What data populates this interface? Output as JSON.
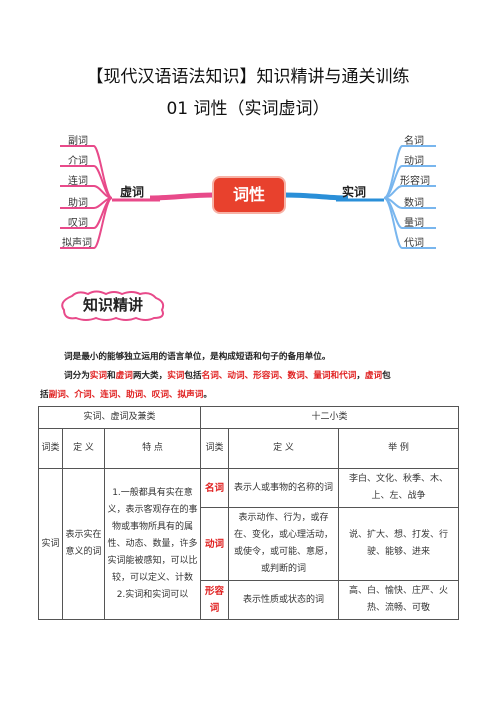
{
  "header": {
    "title_line1": "【现代汉语语法知识】知识精讲与通关训练",
    "title_line2": "01 词性（实词虚词）"
  },
  "mindmap": {
    "center": "词性",
    "left_branch": "虚词",
    "right_branch": "实词",
    "left_items": [
      "副词",
      "介词",
      "连词",
      "助词",
      "叹词",
      "拟声词"
    ],
    "right_items": [
      "名词",
      "动词",
      "形容词",
      "数词",
      "量词",
      "代词"
    ],
    "colors": {
      "center": "#e8412d",
      "left_line": "#e84a8a",
      "right_line": "#2a8fd8",
      "leaf_line": "#79b6ee"
    }
  },
  "section_badge": "知识精讲",
  "intro": {
    "line1": "词是最小的能够独立运用的语言单位，是构成短语和句子的备用单位。",
    "line2": {
      "p1": "词分为",
      "r1": "实词",
      "p2": "和",
      "r2": "虚词",
      "p3": "两大类，",
      "r3": "实词",
      "p4": "包括",
      "r4": "名词、动词、形容词、数词、量词和代词",
      "p5": "，",
      "r5": "虚词",
      "p6": "包"
    },
    "line3": {
      "p1": "括",
      "r1": "副词、介词、连词、助词、叹词、拟声词",
      "p2": "。"
    }
  },
  "table": {
    "header_left": "实词、虚词及兼类",
    "header_right": "十二小类",
    "sub_headers": [
      "词类",
      "定 义",
      "特 点",
      "词类",
      "定 义",
      "举 例"
    ],
    "row_category": "实词",
    "row_definition": "表示实在意义的词",
    "row_features": "1.一般都具有实在意义，表示客观存在的事物或事物所具有的属性、动态、数量，许多实词能被感知，可以比较，可以定义、计数\n2.实词和实词可以",
    "subclasses": [
      {
        "name": "名词",
        "definition": "表示人或事物的名称的词",
        "example": "李白、文化、秋季、木、上、左、战争"
      },
      {
        "name": "动词",
        "definition": "表示动作、行为，或存在、变化，或心理活动，或使令，或可能、意愿，或判断的词",
        "example": "说、扩大、想、打发、行驶、能够、进来"
      },
      {
        "name": "形容词",
        "definition": "表示性质或状态的词",
        "example": "高、白、愉快、庄严、火热、流畅、可敬"
      }
    ]
  }
}
